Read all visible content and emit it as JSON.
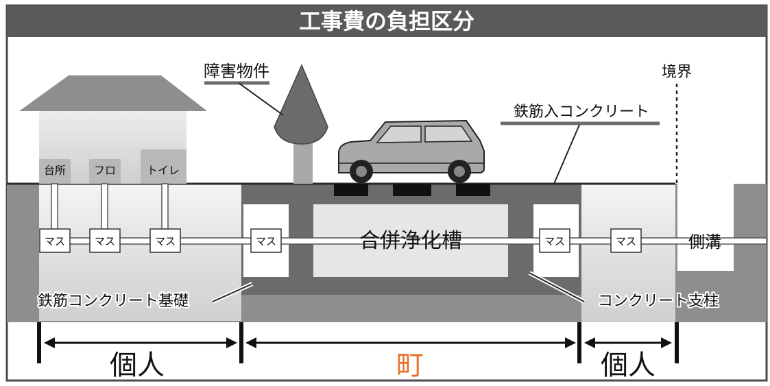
{
  "title": "工事費の負担区分",
  "labels": {
    "obstacle": "障害物件",
    "boundary": "境界",
    "rc_concrete": "鉄筋入コンクリート",
    "septic_tank": "合併浄化槽",
    "side_ditch": "側溝",
    "rc_foundation": "鉄筋コンクリート基礎",
    "concrete_pillar": "コンクリート支柱"
  },
  "rooms": {
    "kitchen": "台所",
    "bath": "フロ",
    "toilet": "トイレ"
  },
  "mas_label": "マス",
  "mas_boxes": [
    "マス",
    "マス",
    "マス",
    "マス",
    "マス",
    "マス"
  ],
  "spans": {
    "left": "個人",
    "center": "町",
    "right": "個人"
  },
  "colors": {
    "title_bg": "#5a5a5c",
    "dark_gray": "#6b6b6d",
    "mid_gray": "#8e8e90",
    "light_gray": "#d9d9da",
    "town_orange": "#e8702a"
  }
}
